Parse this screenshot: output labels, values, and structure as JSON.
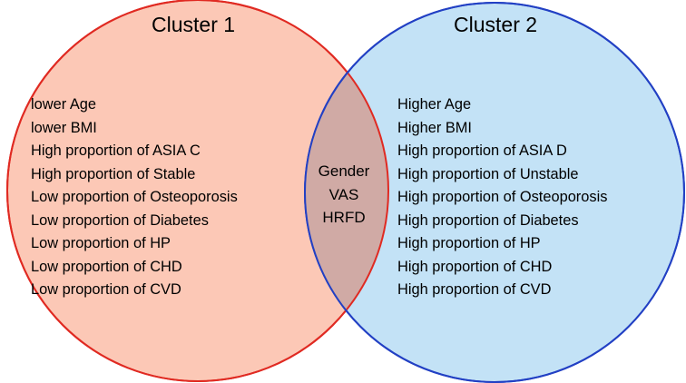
{
  "colors": {
    "cluster1_fill": "#fcc8b6",
    "cluster1_stroke": "#e02a22",
    "cluster2_fill": "#c3e2f6",
    "cluster2_stroke": "#2240c4",
    "overlap_fill": "#d0aaa5",
    "text": "#000000",
    "background": "#ffffff"
  },
  "cluster1": {
    "title": "Cluster 1",
    "items": [
      "lower Age",
      "lower BMI",
      "High proportion of ASIA C",
      "High proportion of Stable",
      "Low proportion of Osteoporosis",
      "Low proportion of Diabetes",
      "Low proportion of HP",
      "Low proportion of CHD",
      "Low proportion of CVD"
    ]
  },
  "cluster2": {
    "title": "Cluster 2",
    "items": [
      "Higher Age",
      "Higher BMI",
      "High proportion of ASIA D",
      "High proportion of Unstable",
      "High proportion of Osteoporosis",
      "High proportion of Diabetes",
      "High proportion of HP",
      "High proportion of CHD",
      "High proportion of CVD"
    ]
  },
  "shared": {
    "items": [
      "Gender",
      "VAS",
      "HRFD"
    ]
  }
}
